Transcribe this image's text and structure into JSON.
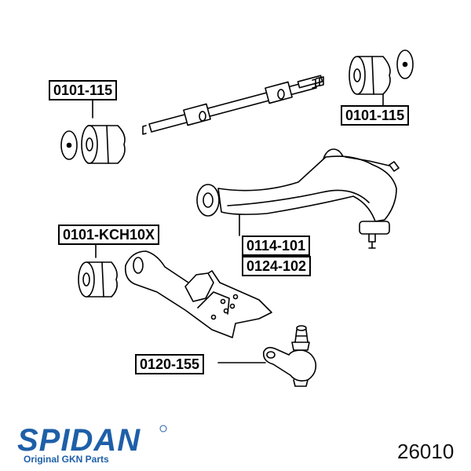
{
  "labels": {
    "upper_bushing_left": "0101-115",
    "upper_bushing_right": "0101-115",
    "lower_bushing": "0101-KCH10X",
    "upper_arm": "0114-101",
    "upper_arm_alt": "0124-102",
    "ball_joint": "0120-155"
  },
  "brand": {
    "name": "SPIDAN",
    "tagline": "Original GKN Parts",
    "color": "#1e5fa8"
  },
  "part_number": "26010"
}
